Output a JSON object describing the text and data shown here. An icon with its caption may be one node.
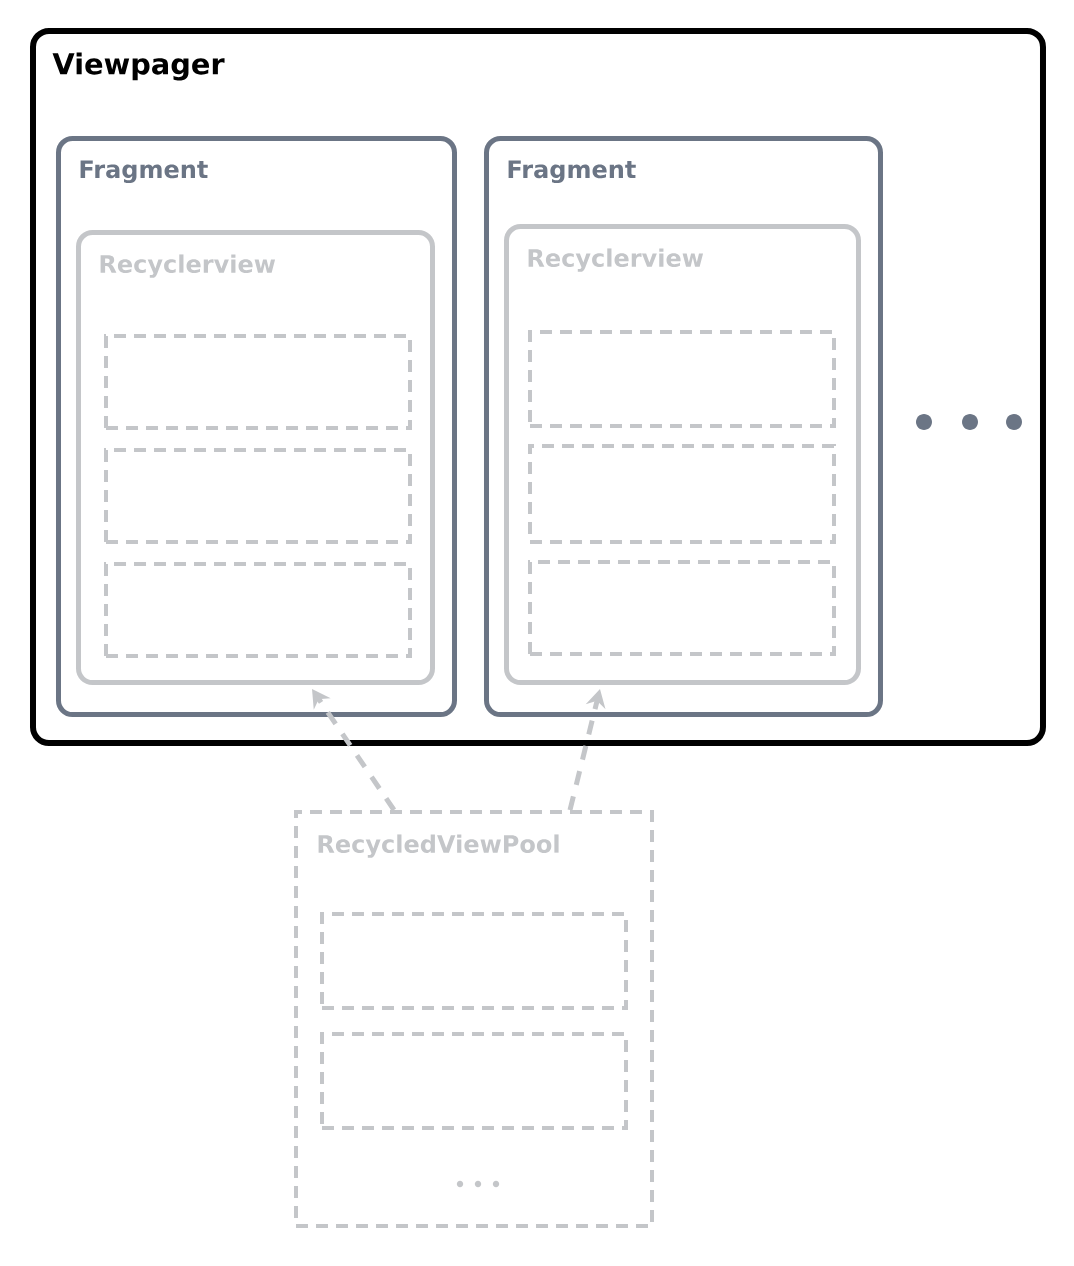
{
  "diagram": {
    "nodes": [
      {
        "text": [
          "Viewpager"
        ]
      },
      {
        "text": [
          "Fragment"
        ],
        "in": 0
      },
      {
        "text": [
          "Recyclerview"
        ],
        "in": 1
      },
      {
        "text": [],
        "shape": "box",
        "in": 2
      },
      {
        "text": [],
        "shape": "box",
        "in": 2
      },
      {
        "text": [],
        "shape": "box",
        "in": 2
      },
      {
        "text": [
          "Fragment"
        ],
        "in": 0
      },
      {
        "text": [
          "Recyclerview"
        ],
        "in": 6
      },
      {
        "text": [],
        "shape": "box",
        "in": 7
      },
      {
        "text": [],
        "shape": "box",
        "in": 7
      },
      {
        "text": [],
        "shape": "box",
        "in": 7
      },
      {
        "text": [
          "RecycledViewPool"
        ]
      },
      {
        "text": [],
        "shape": "box",
        "in": 11
      },
      {
        "text": [],
        "shape": "box",
        "in": 11
      }
    ],
    "edges": [
      {
        "from": 11,
        "to": 2,
        "arrow": "to",
        "style": "dashed"
      },
      {
        "from": 11,
        "to": 7,
        "arrow": "to",
        "style": "dashed"
      }
    ]
  }
}
